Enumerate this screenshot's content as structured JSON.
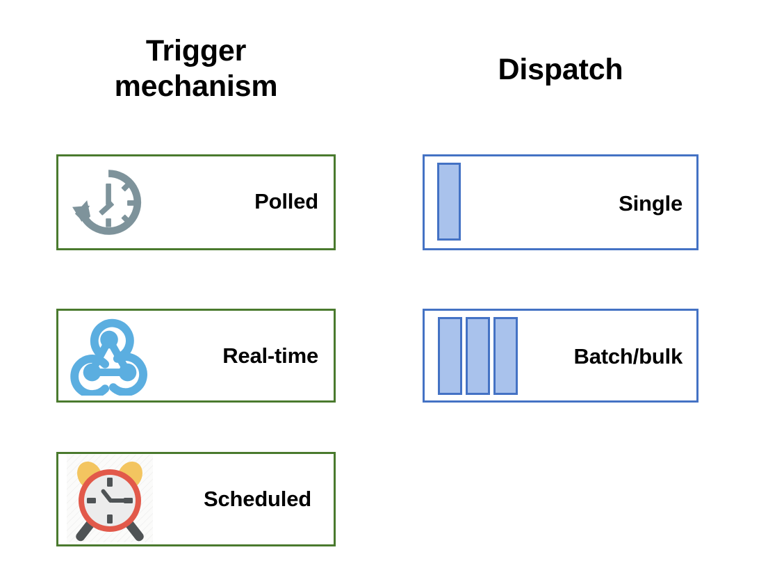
{
  "columns": [
    {
      "id": "trigger",
      "heading": "Trigger\nmechanism",
      "accent": "#4A7A2E",
      "items": [
        {
          "label": "Polled",
          "icon": "clock-refresh-icon",
          "icon_color": "#7E939B"
        },
        {
          "label": "Real-time",
          "icon": "webhook-icon",
          "icon_color": "#5BAEE0"
        },
        {
          "label": "Scheduled",
          "icon": "alarm-clock-icon",
          "icon_color": "#E2594A"
        }
      ]
    },
    {
      "id": "dispatch",
      "heading": "Dispatch",
      "accent": "#4472C4",
      "items": [
        {
          "label": "Single",
          "icon": "single-bar-icon",
          "bars": 1,
          "bar_fill": "#A9C2EC",
          "bar_stroke": "#4472C4"
        },
        {
          "label": "Batch/bulk",
          "icon": "triple-bar-icon",
          "bars": 3,
          "bar_fill": "#A9C2EC",
          "bar_stroke": "#4472C4"
        }
      ]
    }
  ],
  "colors": {
    "background": "#FFFFFF",
    "green_border": "#4A7A2E",
    "blue_border": "#4472C4",
    "bar_fill": "#A9C2EC",
    "clock_gray": "#7E939B",
    "webhook_blue": "#5BAEE0",
    "alarm_red": "#E2594A",
    "alarm_yellow": "#F3C560",
    "text": "#000000"
  }
}
